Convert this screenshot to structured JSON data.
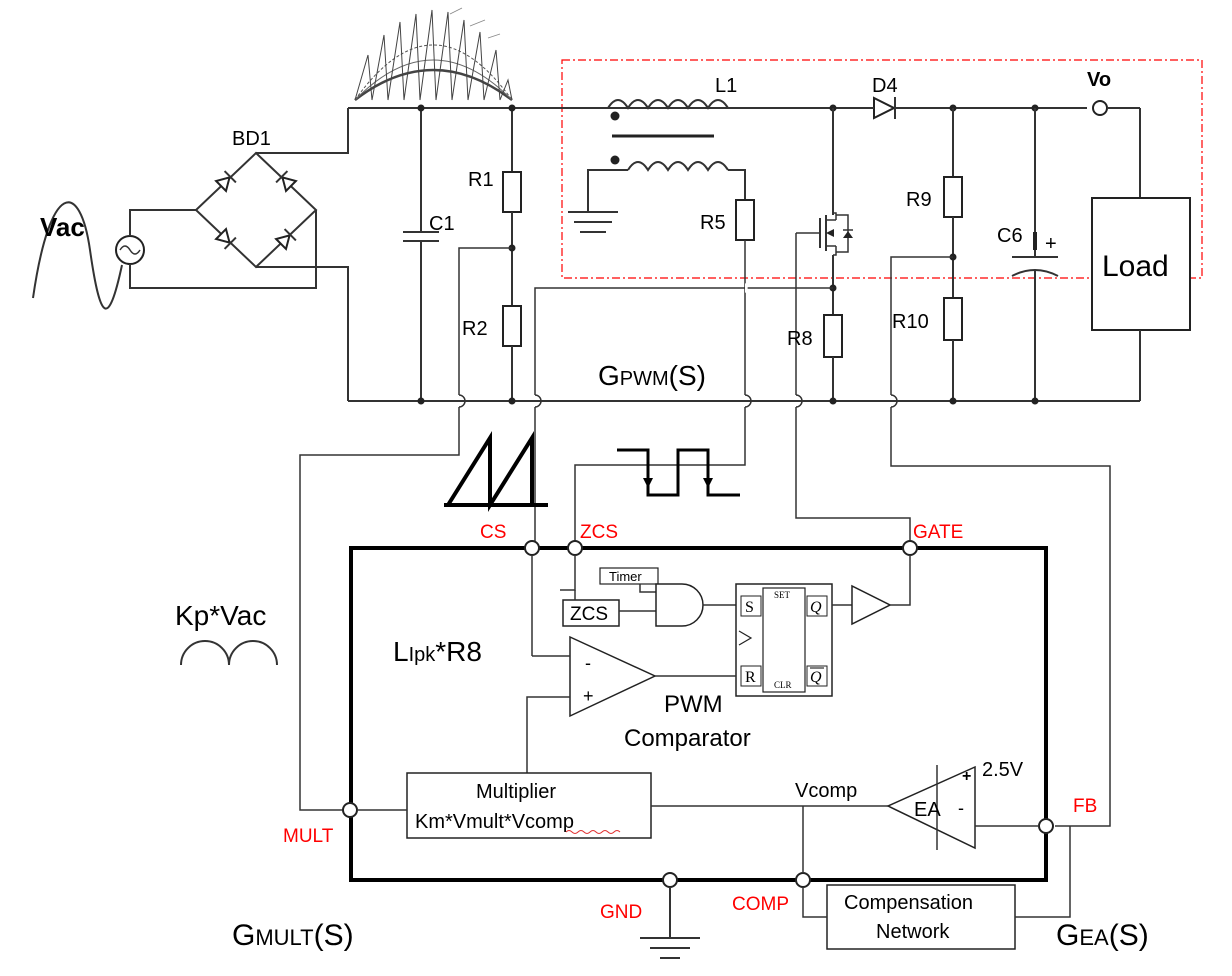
{
  "labels": {
    "vac": "Vac",
    "bd1": "BD1",
    "c1": "C1",
    "r1": "R1",
    "r2": "R2",
    "l1": "L1",
    "r5": "R5",
    "d4": "D4",
    "vo": "Vo",
    "r9": "R9",
    "r10": "R10",
    "c6": "C6",
    "c6_plus": "+",
    "load": "Load",
    "r8": "R8",
    "gpwm_g": "G",
    "gpwm_sub": "PWM",
    "gpwm_s": "(S)",
    "kpvac": "Kp*Vac",
    "lipk_l": "L",
    "lipk_sub": "Ipk",
    "lipk_r": "*R8",
    "gmult_g": "G",
    "gmult_sub": "MULT",
    "gmult_s": "(S)",
    "gea_g": "G",
    "gea_sub": "EA",
    "gea_s": "(S)"
  },
  "pins": {
    "cs": "CS",
    "zcs": "ZCS",
    "gate": "GATE",
    "mult": "MULT",
    "fb": "FB",
    "gnd": "GND",
    "comp": "COMP"
  },
  "ic": {
    "timer": "Timer",
    "zcs_box": "ZCS",
    "ff_s": "S",
    "ff_r": "R",
    "ff_q": "Q",
    "ff_qbar": "Q",
    "ff_set": "SET",
    "ff_clr": "CLR",
    "cmp_minus": "-",
    "cmp_plus": "+",
    "pwm_line1": "PWM",
    "pwm_line2": "Comparator",
    "mult_line1": "Multiplier",
    "mult_line2": "Km*Vmult*Vcomp",
    "vcomp": "Vcomp",
    "ea": "EA",
    "ea_plus": "+",
    "ea_minus": "-",
    "ref": "2.5V",
    "comp_net_line1": "Compensation",
    "comp_net_line2": "Network"
  },
  "colors": {
    "pin_label": "#ff0000",
    "boundary_dash": "#ff0000",
    "wire": "#333333"
  }
}
